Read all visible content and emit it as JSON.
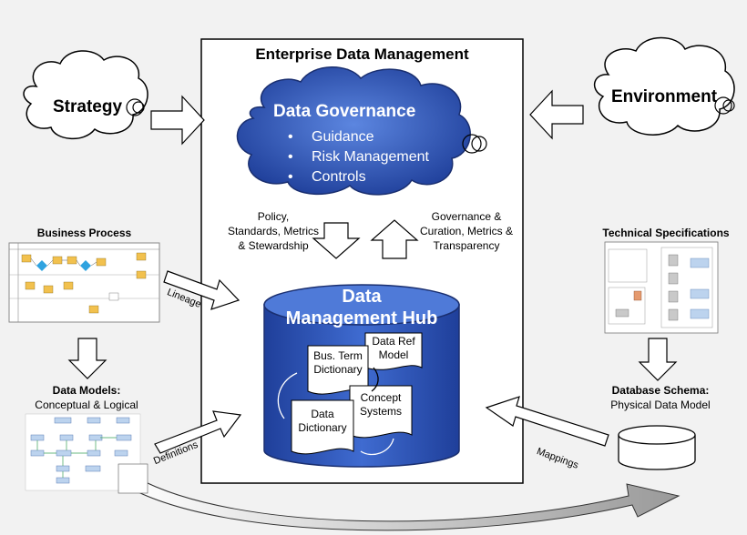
{
  "main": {
    "title": "Enterprise Data Management"
  },
  "governance": {
    "title": "Data Governance",
    "items": [
      "Guidance",
      "Risk Management",
      "Controls"
    ]
  },
  "flows": {
    "down_label": [
      "Policy,",
      "Standards, Metrics",
      "& Stewardship"
    ],
    "up_label": [
      "Governance &",
      "Curation, Metrics &",
      "Transparency"
    ]
  },
  "hub": {
    "title_line1": "Data",
    "title_line2": "Management Hub",
    "docs": {
      "bus_term": [
        "Bus. Term",
        "Dictionary"
      ],
      "data_ref": [
        "Data Ref",
        "Model"
      ],
      "concept": [
        "Concept",
        "Systems"
      ],
      "data_dict": [
        "Data",
        "Dictionary"
      ]
    }
  },
  "left": {
    "strategy": "Strategy",
    "business_process": "Business Process",
    "lineage": "Lineage",
    "data_models_title": "Data Models:",
    "data_models_sub": "Conceptual & Logical",
    "definitions": "Definitions"
  },
  "right": {
    "environment": "Environment",
    "tech_specs": "Technical Specifications",
    "db_schema_title": "Database Schema:",
    "db_schema_sub": "Physical Data Model",
    "mappings": "Mappings"
  },
  "colors": {
    "blue_dark": "#1f3f9a",
    "blue_light": "#4f7ad8",
    "background": "#f2f2f2"
  }
}
